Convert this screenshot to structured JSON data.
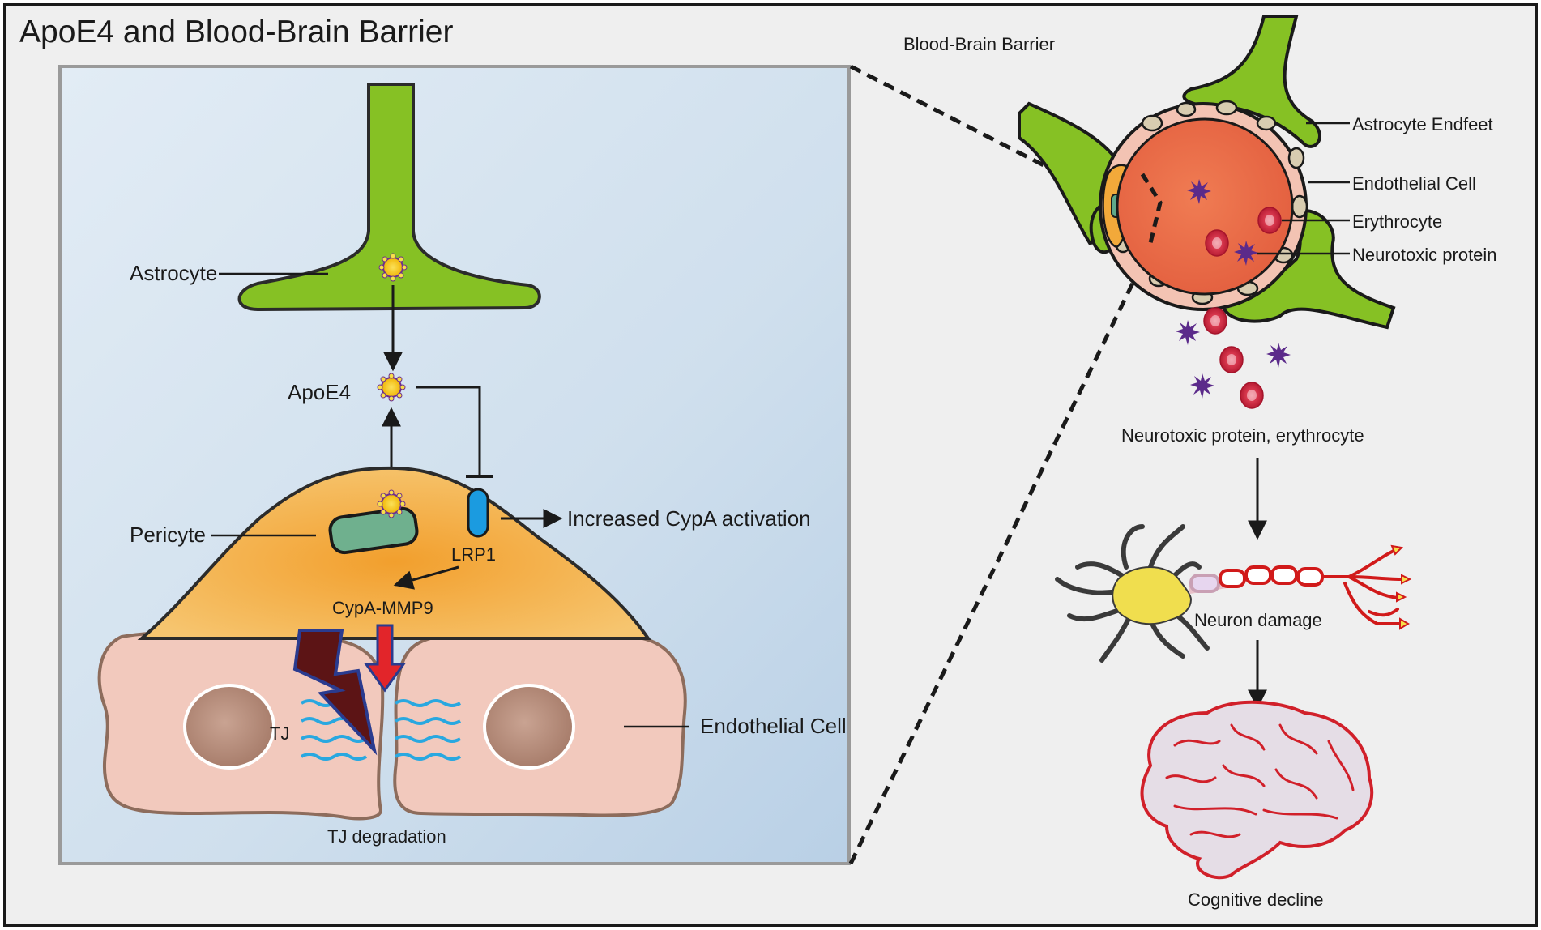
{
  "title": "ApoE4 and Blood-Brain Barrier",
  "left_panel": {
    "astrocyte": "Astrocyte",
    "apoe4": "ApoE4",
    "pericyte": "Pericyte",
    "lrp1": "LRP1",
    "increased_cypa": "Increased CypA activation",
    "cypa_mmp9": "CypA-MMP9",
    "tj": "TJ",
    "endothelial_cell": "Endothelial Cell",
    "tj_degradation": "TJ degradation"
  },
  "right_panel": {
    "bbb_title": "Blood-Brain Barrier",
    "astrocyte_endfeet": "Astrocyte Endfeet",
    "endothelial_cell": "Endothelial Cell",
    "erythrocyte": "Erythrocyte",
    "neurotoxic_protein": "Neurotoxic protein",
    "leak_caption": "Neurotoxic protein, erythrocyte",
    "neuron_damage": "Neuron damage",
    "cognitive_decline": "Cognitive decline"
  },
  "colors": {
    "astrocyte_green": "#86c124",
    "pericyte_orange": "#f3b04e",
    "endothelial_pink": "#f2c9bd",
    "nucleus_brown": "#b58c7a",
    "vessel_red": "#ea6f4c",
    "tight_junction_blue": "#29a8e0",
    "panel_blue": "#cfe0ee",
    "erythrocyte_red": "#d63a4f",
    "neurotoxic_purple": "#5b2a8a"
  }
}
